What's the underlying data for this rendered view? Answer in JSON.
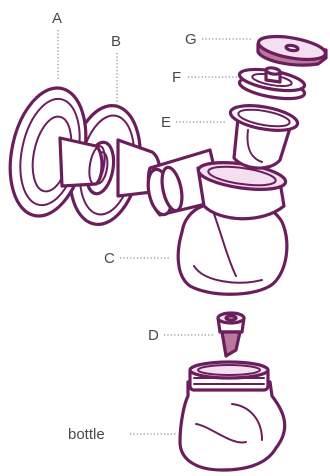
{
  "diagram": {
    "labels": {
      "a": "A",
      "b": "B",
      "c": "C",
      "d": "D",
      "e": "E",
      "f": "F",
      "g": "G",
      "bottle": "bottle"
    },
    "colors": {
      "outline": "#6b1e5c",
      "fill_light": "#f3dff0",
      "fill_dark": "#b9799f",
      "label_text": "#4a4a4a"
    }
  }
}
